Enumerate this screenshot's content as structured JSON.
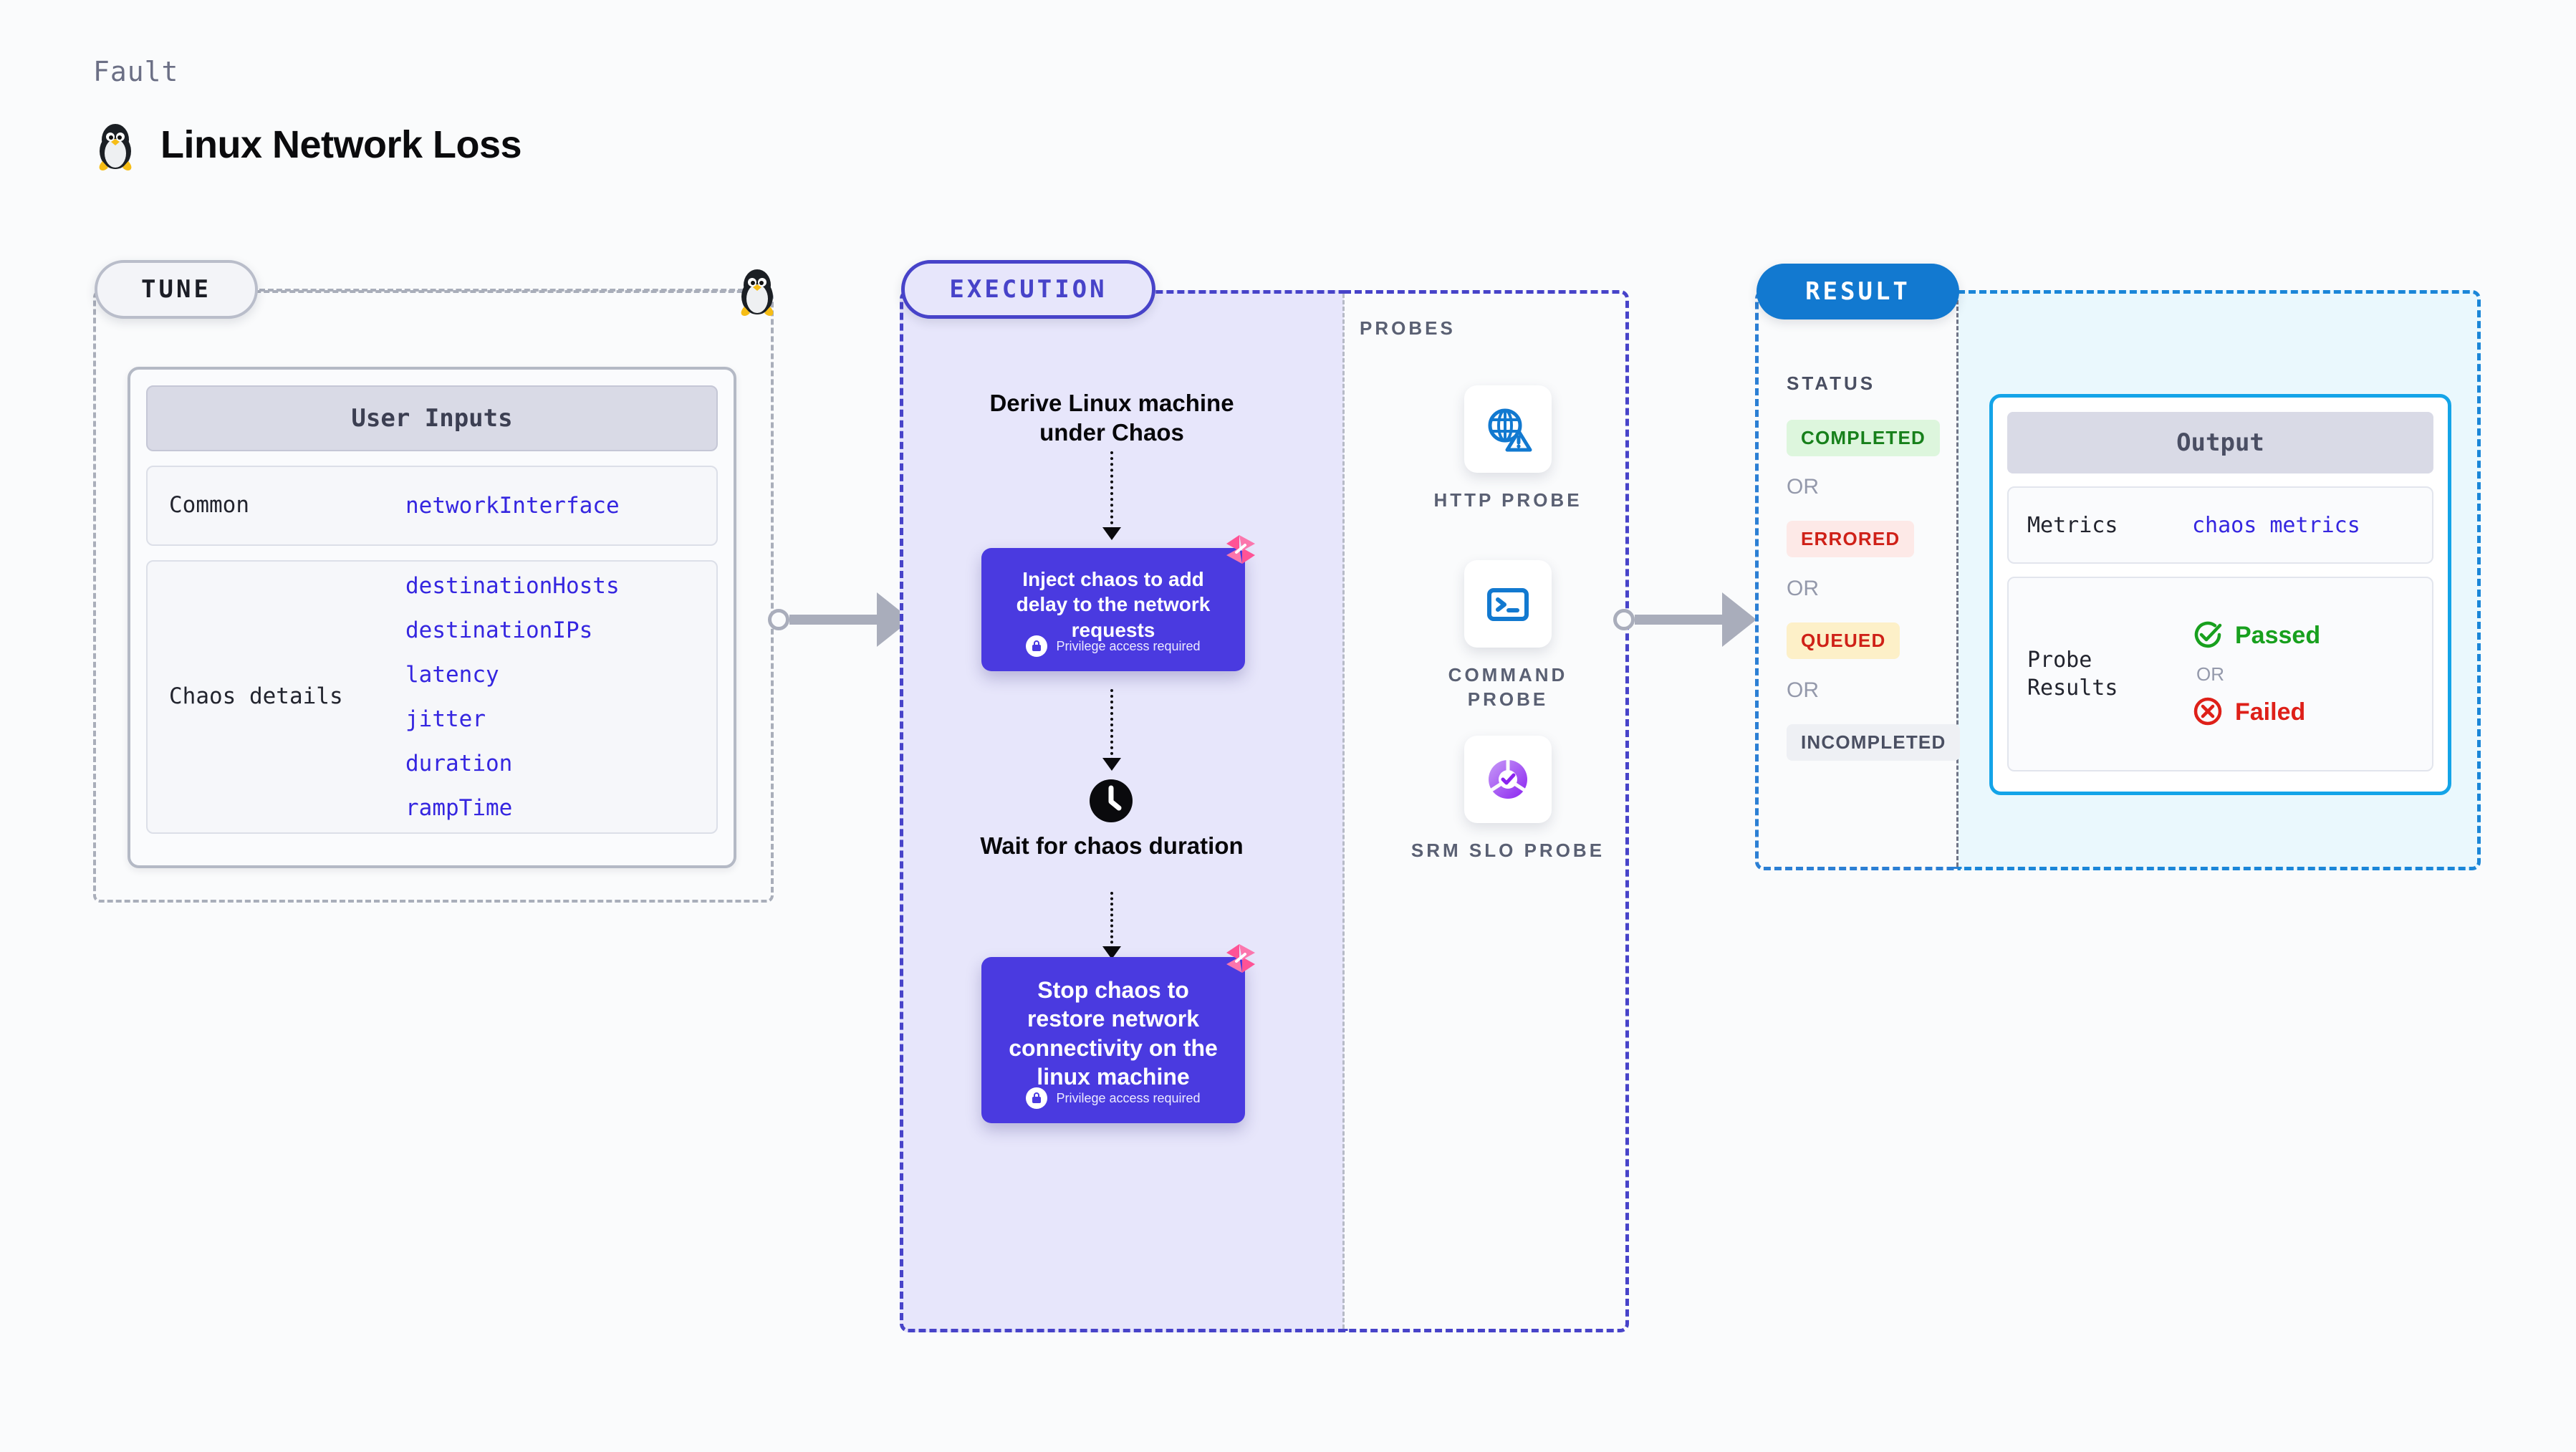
{
  "header": {
    "eyebrow": "Fault",
    "title": "Linux Network Loss",
    "icon": "linux-penguin-icon"
  },
  "tune": {
    "badge": "TUNE",
    "card_title": "User Inputs",
    "rows": [
      {
        "label": "Common",
        "values": [
          "networkInterface"
        ]
      },
      {
        "label": "Chaos details",
        "values": [
          "destinationHosts",
          "destinationIPs",
          "latency",
          "jitter",
          "duration",
          "rampTime"
        ]
      }
    ]
  },
  "execution": {
    "badge": "EXECUTION",
    "step1_text": "Derive Linux machine under Chaos",
    "card1": {
      "title": "Inject chaos to add delay to the network requests",
      "privilege": "Privilege access required"
    },
    "wait_text": "Wait for chaos duration",
    "wait_icon": "clock-icon",
    "card2": {
      "title": "Stop chaos to restore network connectivity on the linux machine",
      "privilege": "Privilege access required"
    }
  },
  "probes": {
    "label": "PROBES",
    "items": [
      {
        "name": "HTTP PROBE",
        "icon": "globe-warning-icon"
      },
      {
        "name": "COMMAND PROBE",
        "icon": "terminal-icon"
      },
      {
        "name": "SRM SLO PROBE",
        "icon": "slo-donut-check-icon"
      }
    ]
  },
  "result": {
    "badge": "RESULT",
    "status_label": "STATUS",
    "or_label": "OR",
    "statuses": [
      {
        "text": "COMPLETED",
        "bg": "#ddf6dd",
        "fg": "#17801b"
      },
      {
        "text": "ERRORED",
        "bg": "#fde9e7",
        "fg": "#cf2118"
      },
      {
        "text": "QUEUED",
        "bg": "#fdf0c8",
        "fg": "#cf2118"
      },
      {
        "text": "INCOMPLETED",
        "bg": "#eef0f4",
        "fg": "#4a4f62"
      }
    ]
  },
  "output": {
    "card_title": "Output",
    "metrics_label": "Metrics",
    "metrics_value": "chaos metrics",
    "probe_results_label": "Probe Results",
    "passed_text": "Passed",
    "failed_text": "Failed",
    "or_label": "OR"
  },
  "colors": {
    "indigo": "#4743c9",
    "card_purple": "#4a3ae0",
    "harness_pink": "#ff5396",
    "probe_blue": "#1279d0",
    "result_blue": "#1279d0",
    "output_cyan": "#14a4e8",
    "mono_blue_value": "#3526e0"
  }
}
